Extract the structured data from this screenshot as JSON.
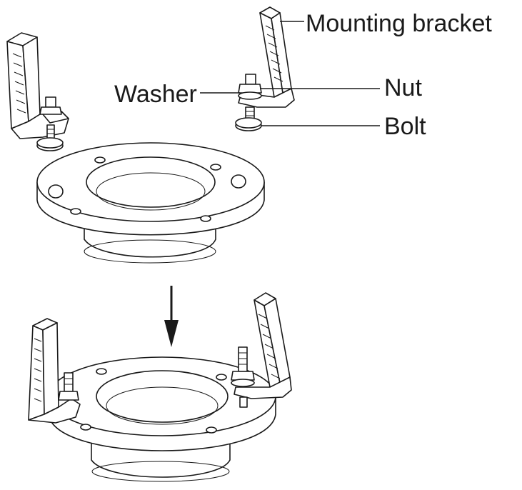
{
  "labels": {
    "mounting_bracket": "Mounting bracket",
    "washer": "Washer",
    "nut": "Nut",
    "bolt": "Bolt"
  },
  "line_color": "#1a1a1a",
  "icons": [
    "down-arrow-icon"
  ]
}
